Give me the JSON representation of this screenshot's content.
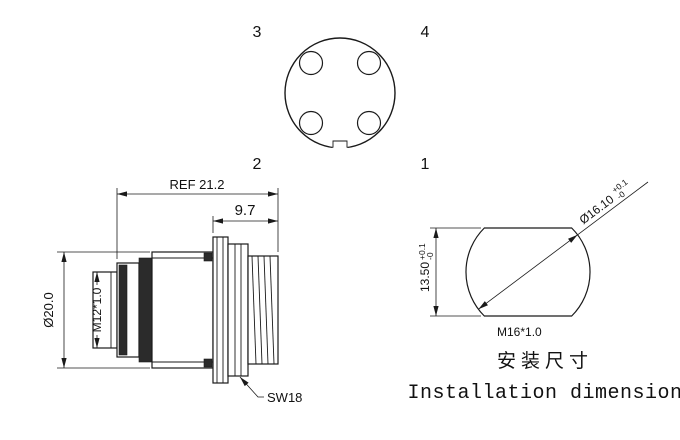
{
  "face_view": {
    "pin_labels": {
      "top_left": "3",
      "top_right": "4",
      "bottom_left": "2",
      "bottom_right": "1"
    }
  },
  "side_view": {
    "ref_dimension": "REF 21.2",
    "length_dimension": "9.7",
    "body_diameter": "Ø20.0",
    "thread_label": "M12*1.0",
    "wrench_size": "SW18"
  },
  "installation_view": {
    "hole_diameter": "Ø16.10",
    "hole_diameter_tol_upper": "+0.1",
    "hole_diameter_tol_lower": "-0",
    "flat_width": "13.50",
    "flat_width_tol_upper": "+0.1",
    "flat_width_tol_lower": "-0",
    "panel_thread": "M16*1.0",
    "title_zh": "安装尺寸",
    "title_en": "Installation dimension"
  },
  "colors": {
    "line": "#1a1a1a",
    "dark_fill": "#2b2b2b",
    "background": "#ffffff"
  }
}
